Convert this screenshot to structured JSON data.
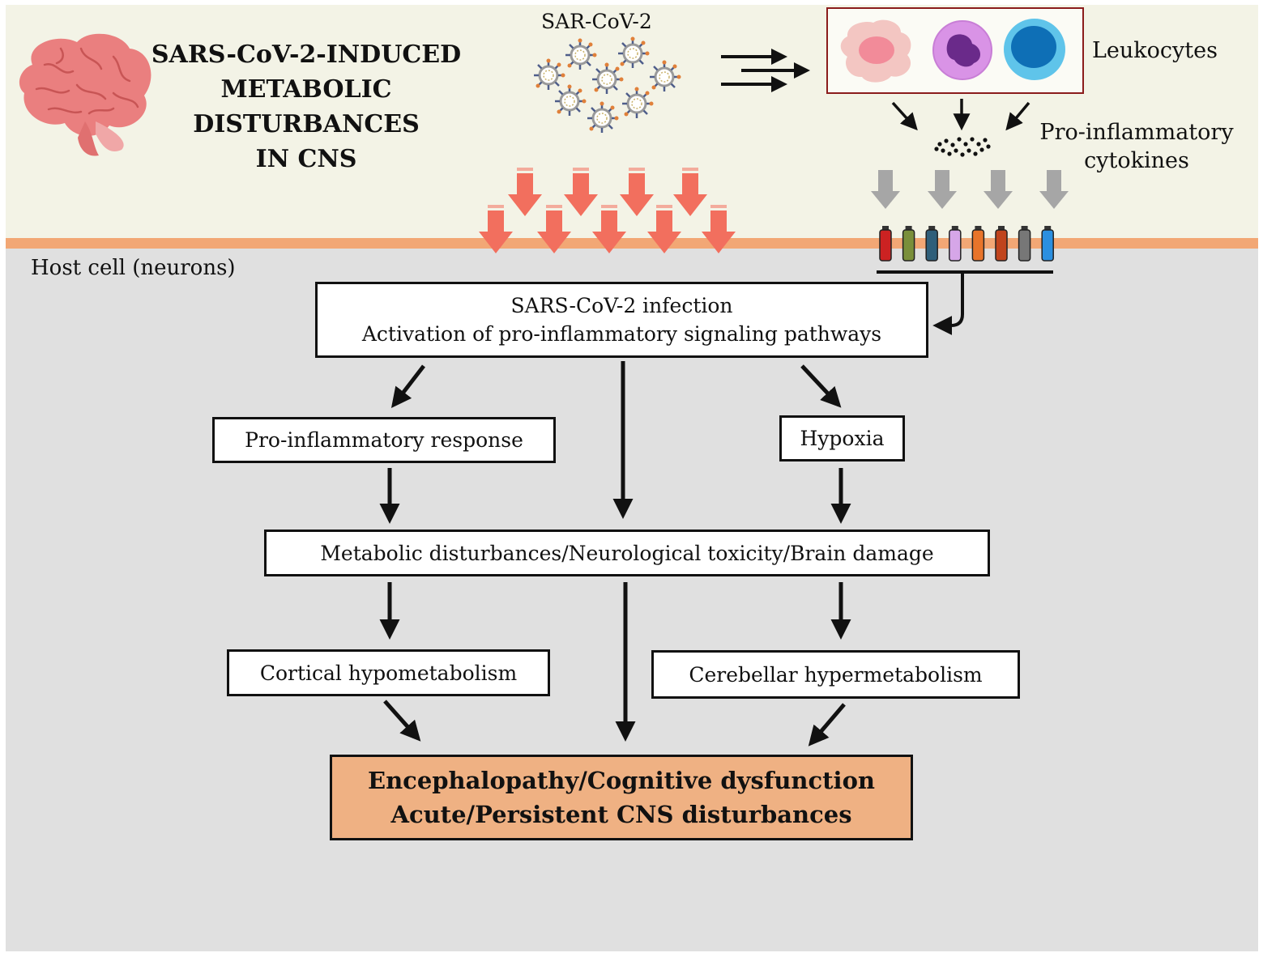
{
  "title_lines": [
    "SARS-CoV-2-INDUCED",
    "METABOLIC",
    "DISTURBANCES",
    "IN CNS"
  ],
  "virus_label": "SAR-CoV-2",
  "leukocytes_label": "Leukocytes",
  "cytokines_label_lines": [
    "Pro-inflammatory",
    "cytokines"
  ],
  "host_cell_label": "Host cell (neurons)",
  "boxes": {
    "infection_line1": "SARS-CoV-2 infection",
    "infection_line2": "Activation of pro-inflammatory signaling pathways",
    "proinflammatory_response": "Pro-inflammatory response",
    "hypoxia": "Hypoxia",
    "metabolic": "Metabolic disturbances/Neurological toxicity/Brain damage",
    "cortical": "Cortical hypometabolism",
    "cerebellar": "Cerebellar hypermetabolism",
    "final_line1": "Encephalopathy/Cognitive dysfunction",
    "final_line2": "Acute/Persistent CNS disturbances"
  },
  "colors": {
    "top_background": "#f3f3e6",
    "cell_background": "#e0e0e0",
    "membrane": "#f2a775",
    "viral_entry_arrow": "#f26f5e",
    "cytokine_arrow": "#a6a6a6",
    "final_box": "#efb183",
    "brain": "#ea7f7f",
    "leukocyte_frame": "#8b1c1c"
  },
  "receptor_colors": [
    "#cc2222",
    "#7a8f3a",
    "#2f5f7a",
    "#d6a6e8",
    "#e8742a",
    "#c0441c",
    "#777777",
    "#2b8fe0"
  ],
  "icons": [
    "brain-icon",
    "virus-icon",
    "macrophage-icon",
    "neutrophil-icon",
    "lymphocyte-icon",
    "cytokine-particles-icon",
    "receptor-icon"
  ]
}
